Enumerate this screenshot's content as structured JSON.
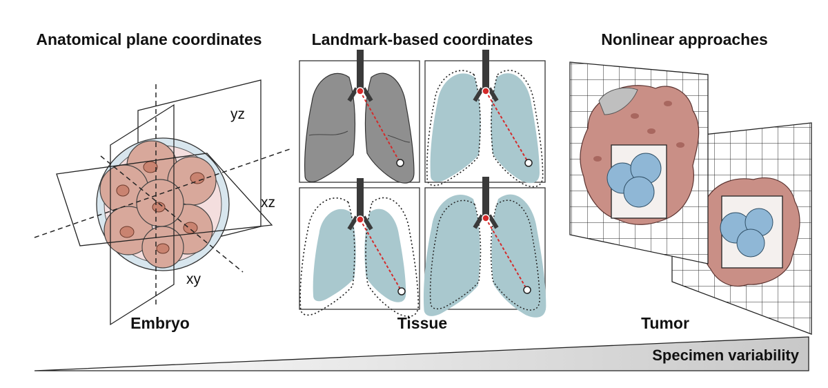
{
  "panels": {
    "anatomical": {
      "title": "Anatomical plane coordinates",
      "caption": "Embryo",
      "axes": {
        "yz": "yz",
        "xz": "xz",
        "xy": "xy"
      }
    },
    "landmark": {
      "title": "Landmark-based coordinates",
      "caption": "Tissue"
    },
    "nonlinear": {
      "title": "Nonlinear approaches",
      "caption": "Tumor"
    }
  },
  "gradient": {
    "label": "Specimen variability"
  },
  "colors": {
    "lung_gray": "#8f8f8f",
    "lung_blue": "#a9c8ce",
    "cell_pink": "#d8a89b",
    "tumor_pink": "#c98f86",
    "cancer_blue": "#8fb7d6",
    "landmark_red": "#d42a2a"
  }
}
